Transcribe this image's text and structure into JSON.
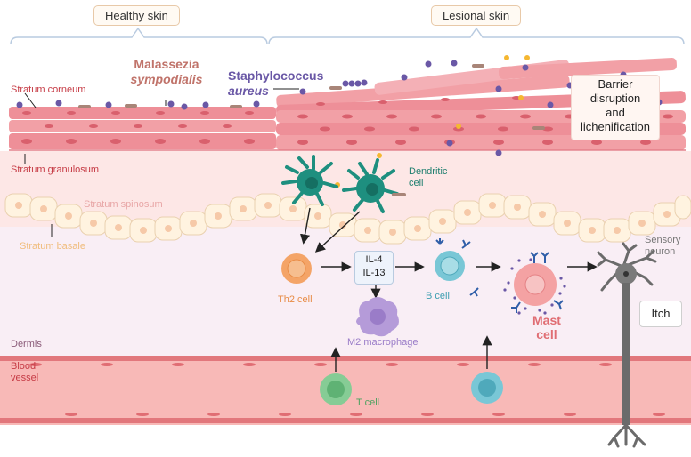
{
  "regions": {
    "healthy": "Healthy skin",
    "lesional": "Lesional skin"
  },
  "microbes": {
    "malassezia_line1": "Malassezia",
    "malassezia_line2": "sympodialis",
    "staph_line1": "Staphylococcus",
    "staph_line2": "aureus"
  },
  "layers": {
    "corneum": "Stratum corneum",
    "granulosum": "Stratum granulosum",
    "spinosum": "Stratum spinosum",
    "basale": "Stratum basale",
    "dermis": "Dermis",
    "vessel_line1": "Blood",
    "vessel_line2": "vessel"
  },
  "barrier": {
    "line1": "Barrier",
    "line2": "disruption",
    "line3": "and",
    "line4": "lichenification"
  },
  "cells": {
    "dendritic_line1": "Dendritic",
    "dendritic_line2": "cell",
    "th2": "Th2 cell",
    "b": "B cell",
    "m2": "M2 macrophage",
    "mast_line1": "Mast",
    "mast_line2": "cell",
    "t": "T cell",
    "neuron_line1": "Sensory",
    "neuron_line2": "neuron"
  },
  "cytokines": {
    "line1": "IL-4",
    "line2": "IL-13"
  },
  "outcome": "Itch",
  "colors": {
    "corneum": "#ee8f98",
    "corneum_nucleus": "#d9606d",
    "epidermis_bg": "#fde7e6",
    "dermis_bg": "#f9eef5",
    "keratinocyte": "#fff3e0",
    "dendritic": "#1e8f7f",
    "th2": "#f4a467",
    "b_cell": "#79c7d6",
    "macrophage": "#b59bd9",
    "mast": "#f4a2a3",
    "t_cell": "#86cc95",
    "staph": "#6a58a6",
    "vessel": "#f8b9b7"
  }
}
